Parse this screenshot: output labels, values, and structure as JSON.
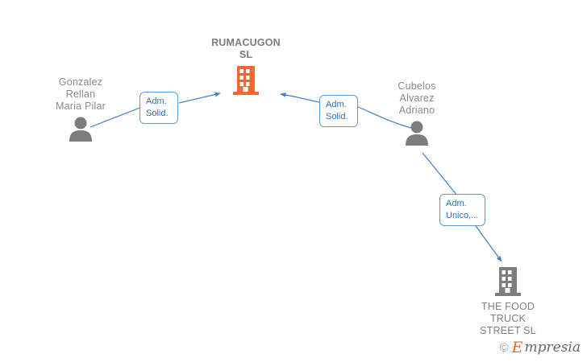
{
  "graph": {
    "background_color": "#ffffff",
    "edge_color": "#3a7fd5",
    "company_icon_color": "#f4663a",
    "entity_icon_color": "#7d7d7d",
    "label_border_color": "#5b9bd5",
    "label_text_color": "#2f6fba",
    "nodes": [
      {
        "id": "rumacugon",
        "name": "RUMACUGON\nSL",
        "type": "company",
        "icon": "building-icon"
      },
      {
        "id": "gonzalez",
        "name": "Gonzalez\nRellan\nMaria Pilar",
        "type": "person",
        "icon": "person-icon"
      },
      {
        "id": "cubelos",
        "name": "Cubelos\nAlvarez\nAdriano",
        "type": "person",
        "icon": "person-icon"
      },
      {
        "id": "foodtruck",
        "name": "THE FOOD\nTRUCK\nSTREET  SL",
        "type": "company",
        "icon": "building-icon"
      }
    ],
    "edges": [
      {
        "id": "gonzalez-rumacugon",
        "from": "gonzalez",
        "to": "rumacugon",
        "label": "Adm.\nSolid."
      },
      {
        "id": "cubelos-rumacugon",
        "from": "cubelos",
        "to": "rumacugon",
        "label": "Adm.\nSolid."
      },
      {
        "id": "cubelos-foodtruck",
        "from": "cubelos",
        "to": "foodtruck",
        "label": "Adm.\nUnico,..."
      }
    ]
  },
  "watermark": {
    "copyright": "©",
    "brand_initial": "E",
    "brand_rest": "mpresia"
  }
}
